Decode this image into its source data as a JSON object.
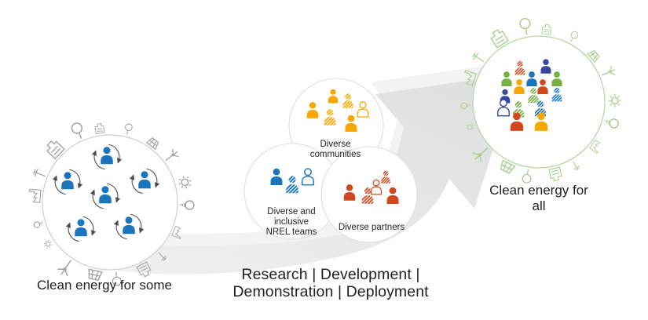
{
  "captions": {
    "left": "Clean energy for some",
    "right": "Clean energy for all",
    "process": "Research | Development |\nDemonstration | Deployment"
  },
  "groups": {
    "communities": {
      "label": "Diverse\ncommunities",
      "color": "#f7a800",
      "people": 6,
      "styles": [
        "solid",
        "striped",
        "outline"
      ]
    },
    "nrel_teams": {
      "label": "Diverse and\ninclusive\nNREL teams",
      "color": "#1b75bc",
      "people": 3,
      "styles": [
        "solid",
        "striped",
        "outline"
      ]
    },
    "partners": {
      "label": "Diverse partners",
      "color": "#d0491e",
      "people": 5,
      "styles": [
        "solid",
        "striped",
        "outline"
      ]
    }
  },
  "left_circle": {
    "people": 6,
    "person_color": "#1b75bc",
    "orbit_color": "#4d4d4d",
    "doodle_color": "#a3a3a3"
  },
  "right_circle": {
    "people": 15,
    "ring_color": "#a8cf8f",
    "people_colors": [
      "#d0491e",
      "#35489c",
      "#76b043",
      "#f7a800",
      "#1b75bc"
    ]
  },
  "colors": {
    "nrel_blue": "#1b75bc",
    "communities_yellow": "#f7a800",
    "partners_red": "#d0491e",
    "green": "#76b043",
    "dark_blue": "#35489c",
    "doodle_grey": "#a3a3a3",
    "doodle_green": "#a8cf8f",
    "circle_stroke_grey": "#cfcfcf",
    "mid_circle_stroke": "#dedede",
    "arrow_grey": "#e2e2e4",
    "arrow_grey_light": "#f3f3f4",
    "text": "#231f20"
  },
  "icons": {
    "person": "person-icon",
    "orbit": "circular-arrows-icon",
    "left_ring": "city-industry-doodle-icons",
    "right_ring": "clean-energy-doodle-icons",
    "arrow": "forward-swoosh-arrow"
  }
}
